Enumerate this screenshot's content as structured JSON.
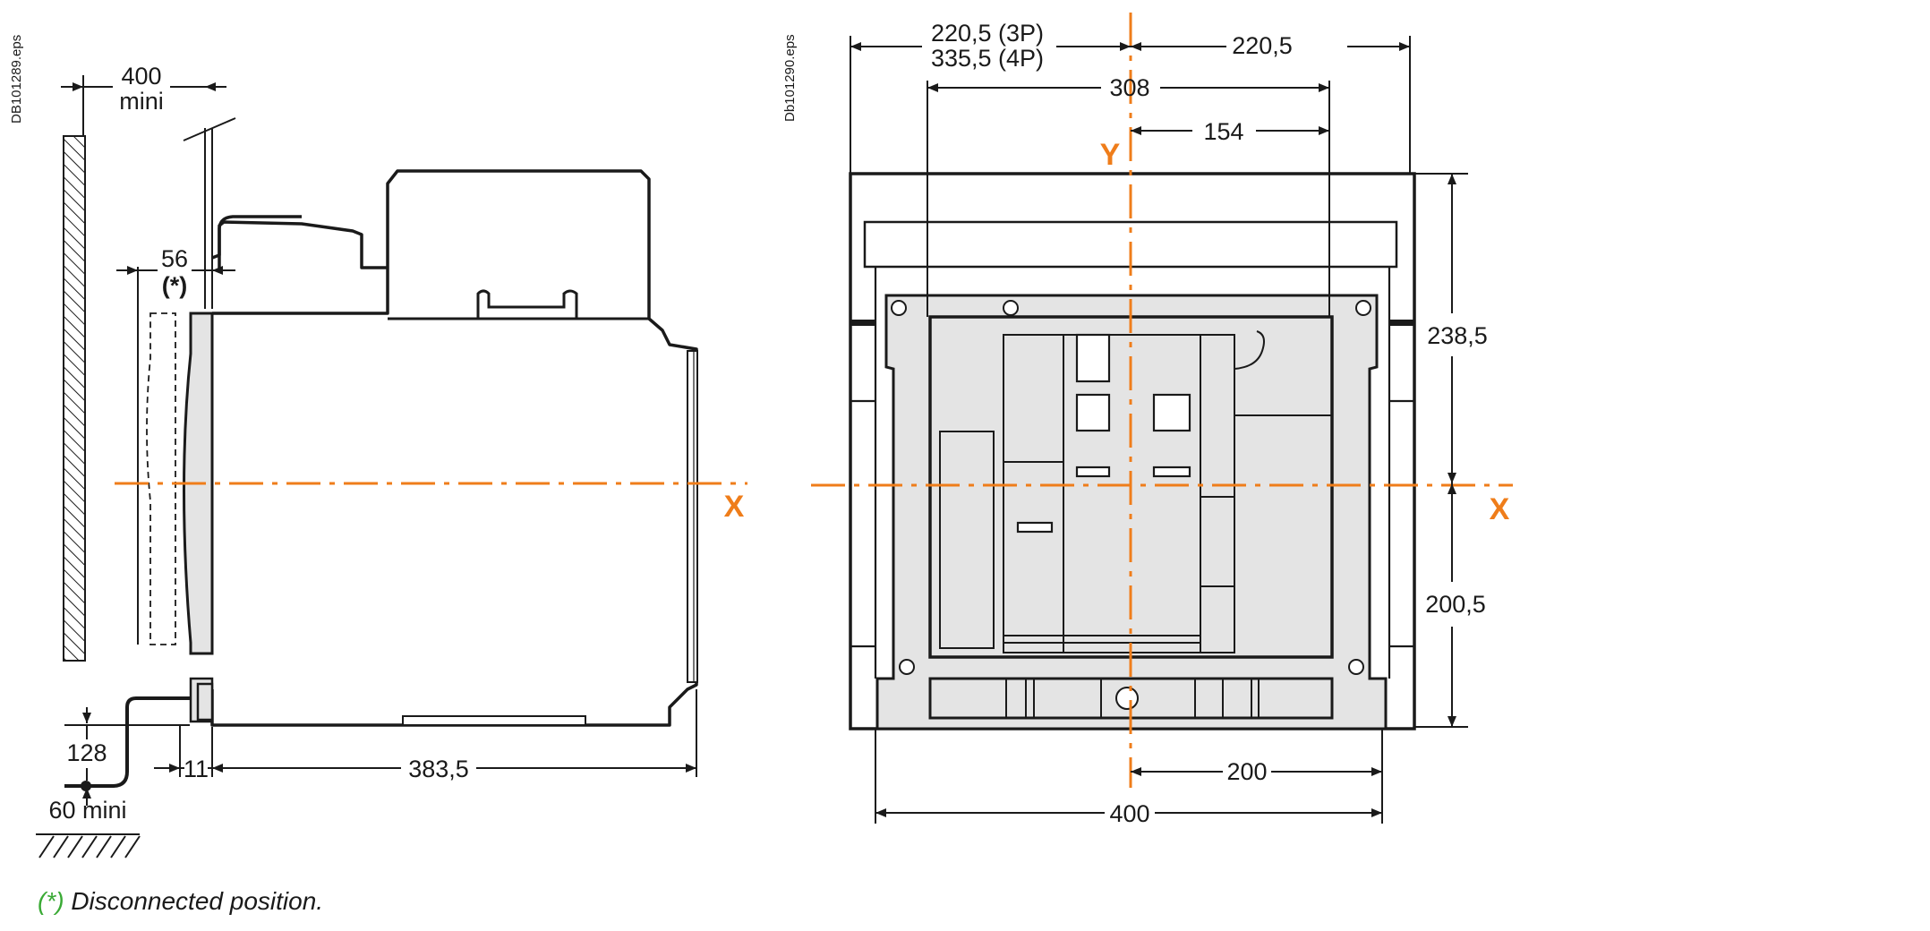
{
  "side_view": {
    "ref_code": "DB101289.eps",
    "dims": {
      "clearance_top": "400",
      "clearance_top_sub": "mini",
      "disconnected_offset": "56",
      "disconnected_mark": "(*)",
      "base_height": "128",
      "base_min": "60 mini",
      "front_offset": "11",
      "depth": "383,5"
    },
    "axis_label": "X"
  },
  "front_view": {
    "ref_code": "Db101290.eps",
    "dims": {
      "width_left_3p": "220,5 (3P)",
      "width_left_4p": "335,5 (4P)",
      "width_right": "220,5",
      "inner_width": "308",
      "half_inner": "154",
      "upper_height": "238,5",
      "lower_height": "200,5",
      "right_half_base": "200",
      "base_width": "400"
    },
    "axis_x_label": "X",
    "axis_y_label": "Y"
  },
  "footnote": {
    "mark": "(*)",
    "text": " Disconnected position."
  },
  "colors": {
    "axis": "#ef7d1a",
    "footnote_mark": "#3aaa35",
    "line": "#1a1a1a",
    "fill_gray": "#e4e4e4"
  }
}
